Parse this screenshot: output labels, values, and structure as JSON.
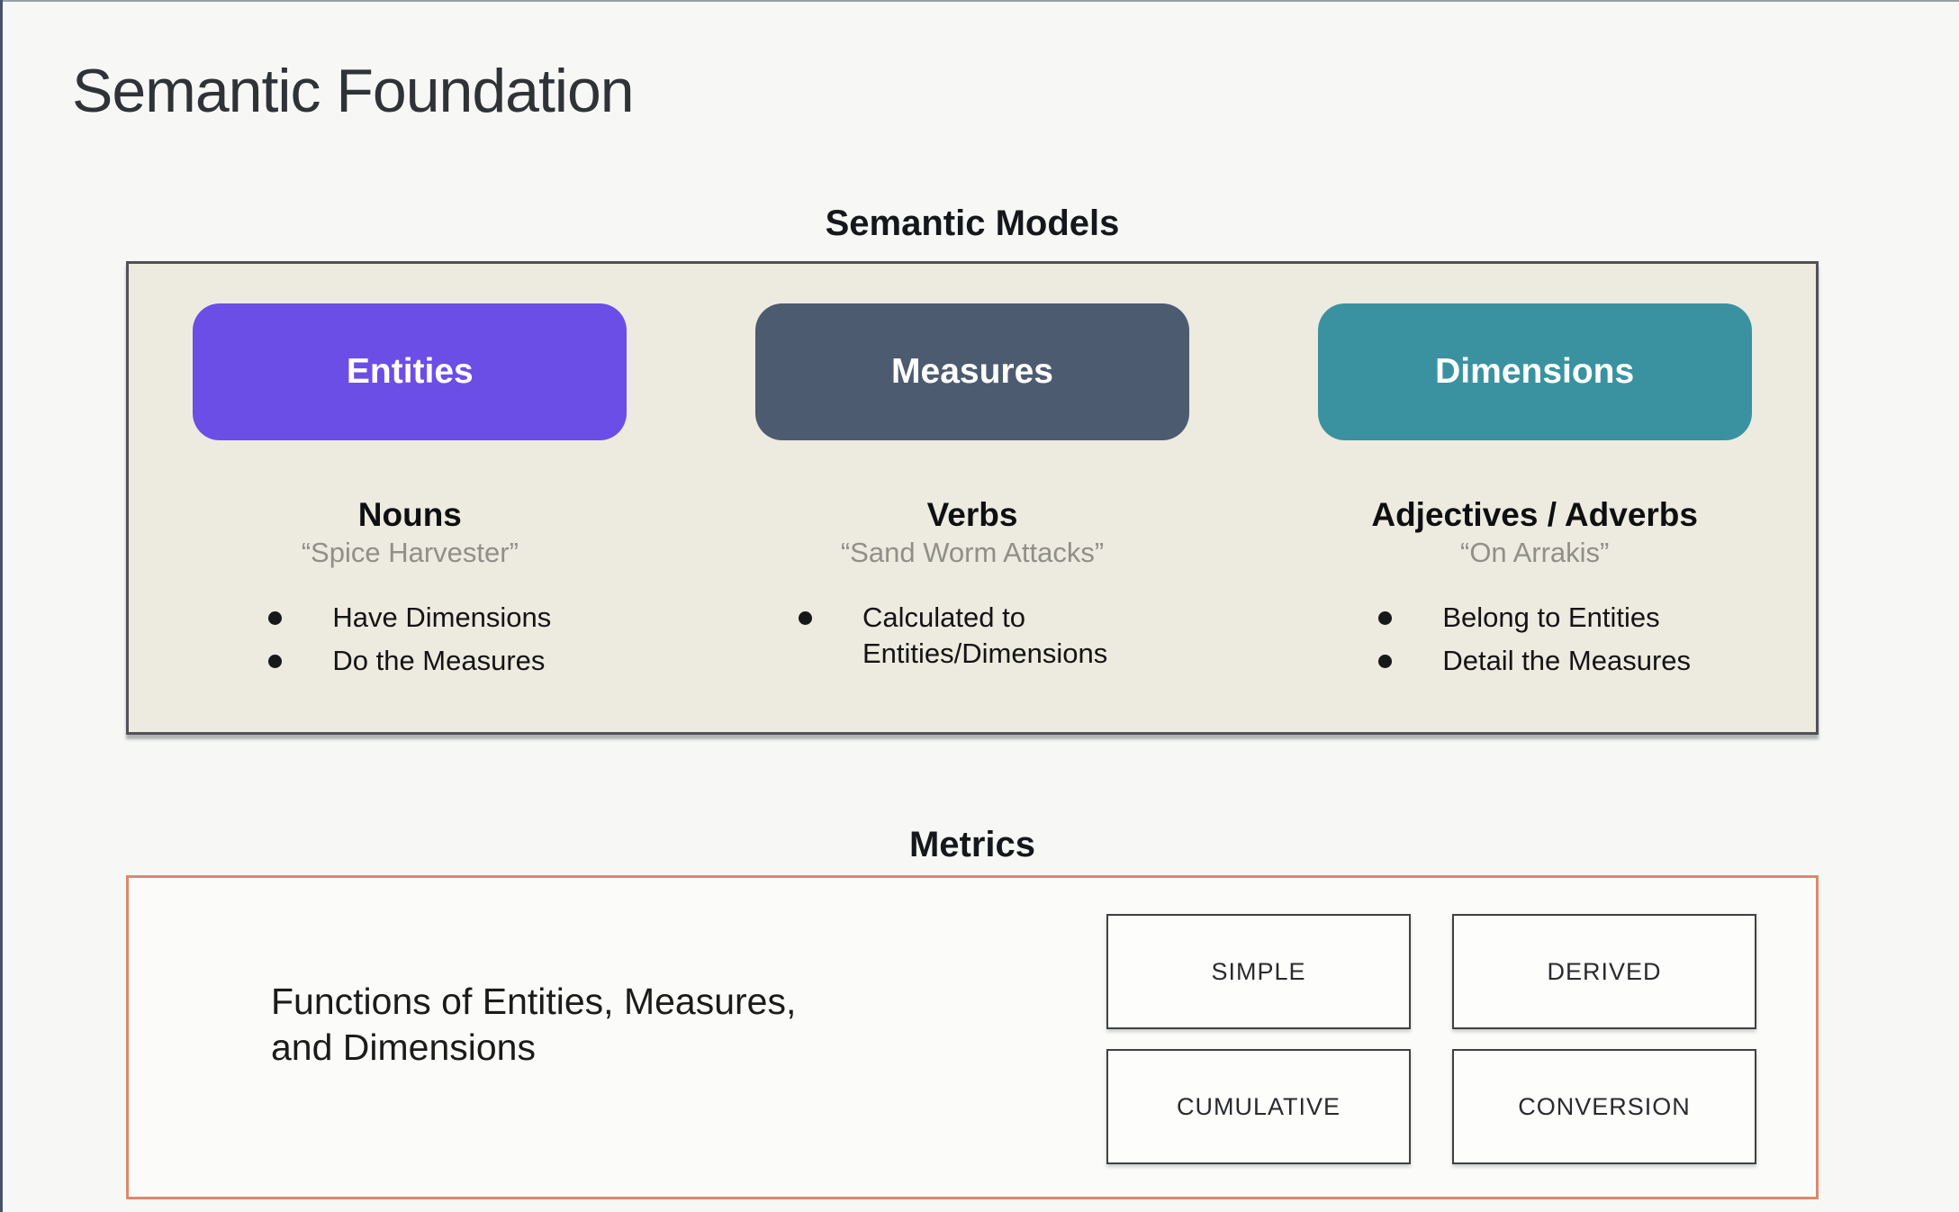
{
  "slide": {
    "title": "Semantic Foundation"
  },
  "semantic_models": {
    "heading": "Semantic Models",
    "columns": [
      {
        "pill": "Entities",
        "word_class": "Nouns",
        "example": "“Spice Harvester”",
        "bullets": [
          "Have Dimensions",
          "Do the Measures"
        ]
      },
      {
        "pill": "Measures",
        "word_class": "Verbs",
        "example": "“Sand Worm Attacks”",
        "bullets": [
          "Calculated to Entities/Dimensions"
        ]
      },
      {
        "pill": "Dimensions",
        "word_class": "Adjectives / Adverbs",
        "example": "“On Arrakis”",
        "bullets": [
          "Belong to Entities",
          "Detail the Measures"
        ]
      }
    ]
  },
  "metrics": {
    "heading": "Metrics",
    "description": "Functions of Entities, Measures,\nand Dimensions",
    "types": [
      "SIMPLE",
      "DERIVED",
      "CUMULATIVE",
      "CONVERSION"
    ]
  },
  "colors": {
    "entities_pill": "#6b4ee6",
    "measures_pill": "#4d5b70",
    "dimensions_pill": "#3a92a1",
    "models_panel_bg": "#edeae0",
    "models_panel_border": "#515257",
    "metrics_panel_border": "#e0876a"
  }
}
